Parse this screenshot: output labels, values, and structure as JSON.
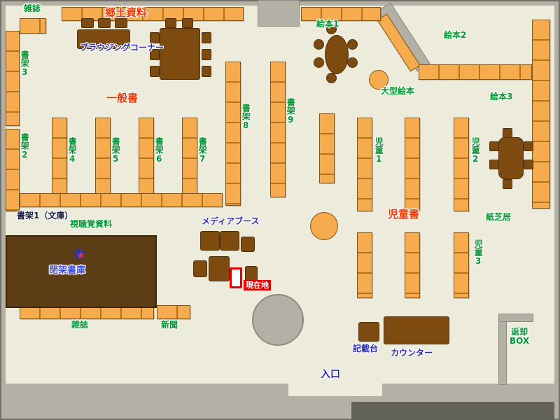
{
  "labels": {
    "magazines_top": "雑誌",
    "local_materials": "郷土資料",
    "browsing_corner": "ブラウジングコーナー",
    "picture_books_1": "絵本1",
    "picture_books_2": "絵本2",
    "picture_books_3": "絵本3",
    "large_picture_books": "大型絵本",
    "general_books": "一般書",
    "children_books": "児童書",
    "shelf_1_bunko": "書架1（文庫）",
    "shelf_2": "書架2",
    "shelf_3": "書架3",
    "shelf_4": "書架4",
    "shelf_5": "書架5",
    "shelf_6": "書架6",
    "shelf_7": "書架7",
    "shelf_8": "書架8",
    "shelf_9": "書架9",
    "av_materials": "視聴覚資料",
    "media_booth": "メディアブース",
    "closed_stacks": "閉架書庫",
    "current_location": "現在地",
    "children_1": "児童1",
    "children_2": "児童2",
    "children_3": "児童3",
    "kamishibai": "紙芝居",
    "magazines_bottom": "雑誌",
    "newspapers": "新聞",
    "writing_desk": "記載台",
    "counter": "カウンター",
    "return_box_line1": "返却",
    "return_box_line2": "BOX",
    "entrance": "入口"
  },
  "marker": {
    "star": "★"
  },
  "colors": {
    "floor": "#ecebdc",
    "wall": "#b3b1a6",
    "shelf_orange": "#f6ab4f",
    "table_brown": "#7d4b10",
    "closed_stacks_brown": "#5d3d15",
    "label_green": "#00962e",
    "label_red": "#f23800",
    "label_blue": "#2a2ab8",
    "current_location_red": "#e60000"
  }
}
